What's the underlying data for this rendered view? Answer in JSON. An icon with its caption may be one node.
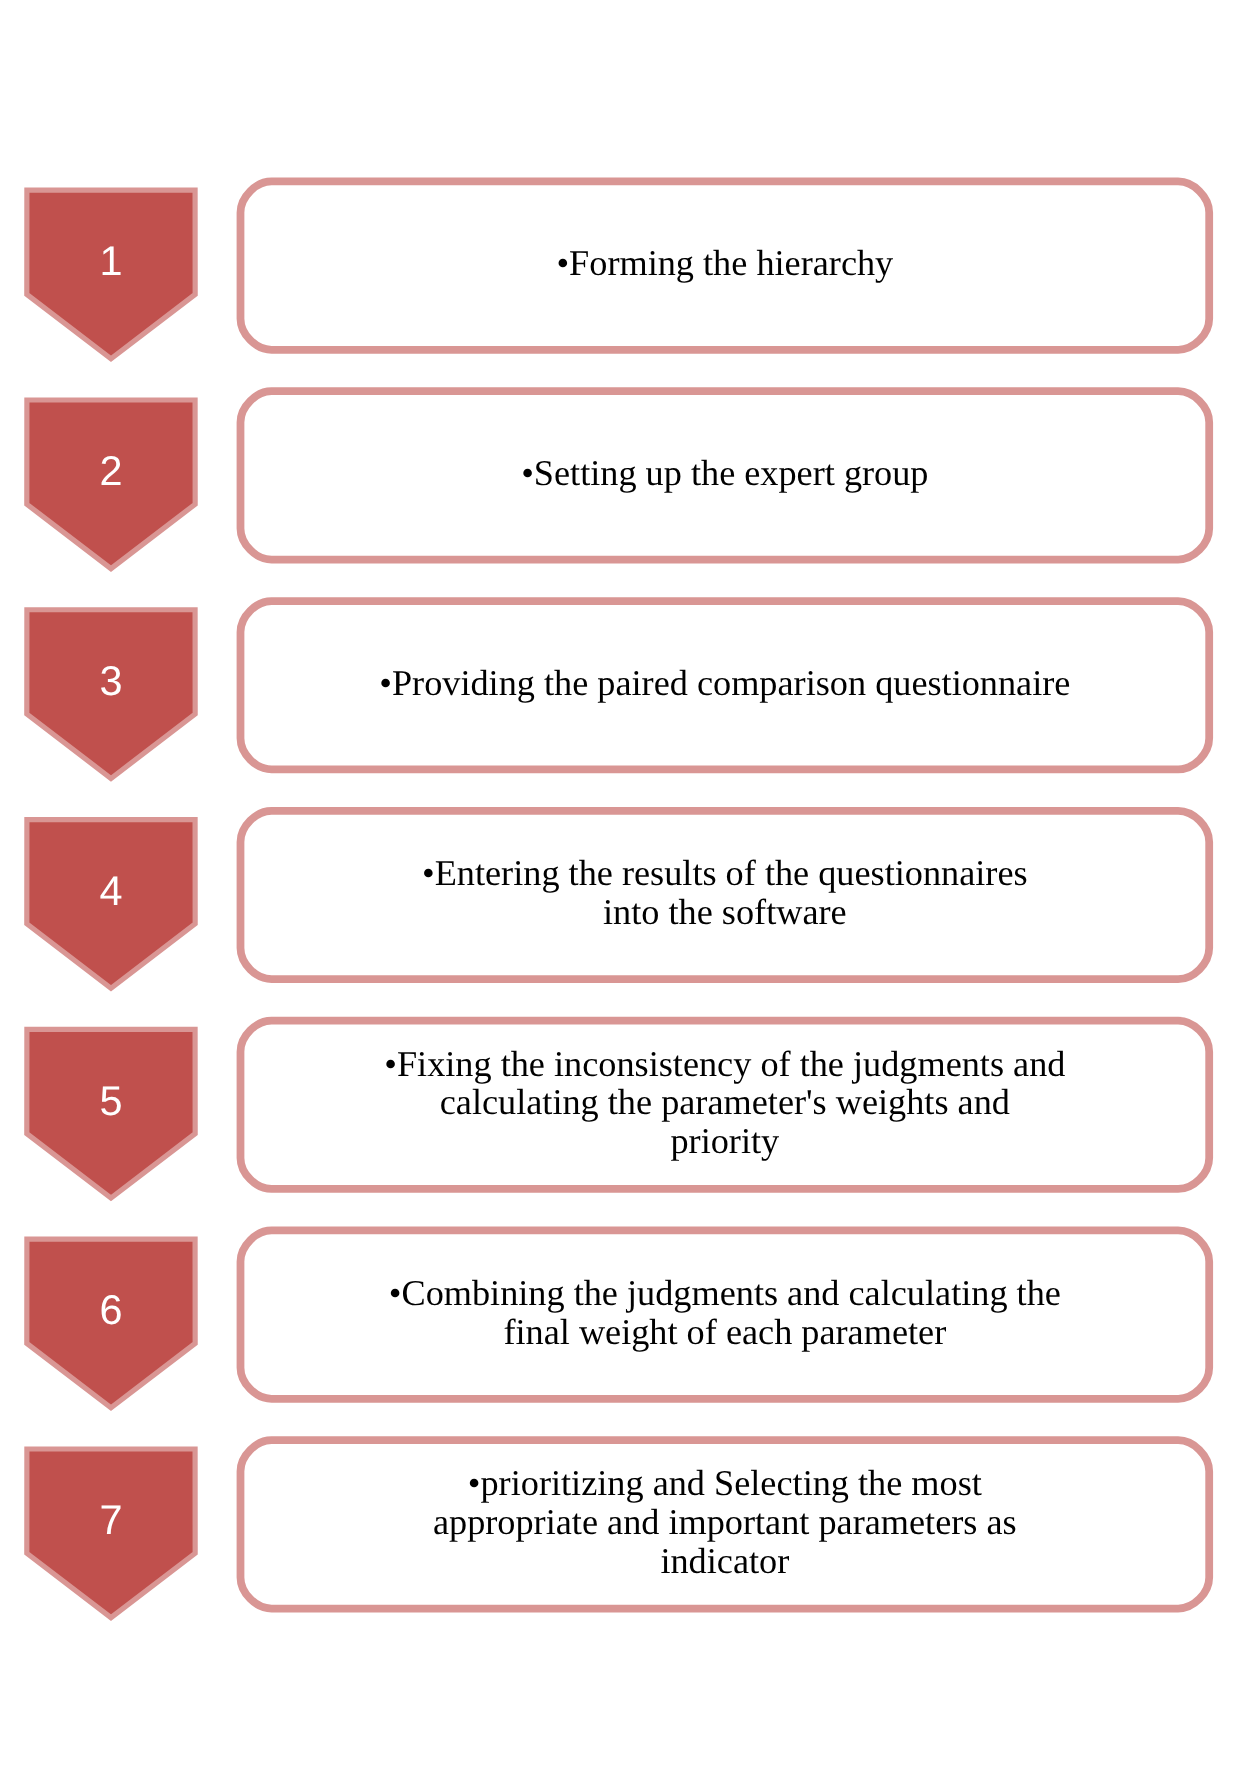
{
  "diagram": {
    "nodes": [
      {
        "text": [
          "1"
        ]
      },
      {
        "text": [
          "•Forming the hierarchy"
        ]
      },
      {
        "text": [
          "2"
        ]
      },
      {
        "text": [
          "•Setting up the expert group"
        ]
      },
      {
        "text": [
          "3"
        ]
      },
      {
        "text": [
          "•Providing the paired comparison questionnaire"
        ]
      },
      {
        "text": [
          "4"
        ]
      },
      {
        "text": [
          "•Entering the results of the questionnaires into the software"
        ]
      },
      {
        "text": [
          "5"
        ]
      },
      {
        "text": [
          "•Fixing the inconsistency of the judgments and calculating the parameter's weights and priority"
        ]
      },
      {
        "text": [
          "6"
        ]
      },
      {
        "text": [
          "•Combining the judgments and calculating the final weight of each parameter"
        ]
      },
      {
        "text": [
          "7"
        ]
      },
      {
        "text": [
          "•prioritizing and Selecting the most appropriate and important parameters as indicator"
        ]
      }
    ],
    "edges": []
  }
}
